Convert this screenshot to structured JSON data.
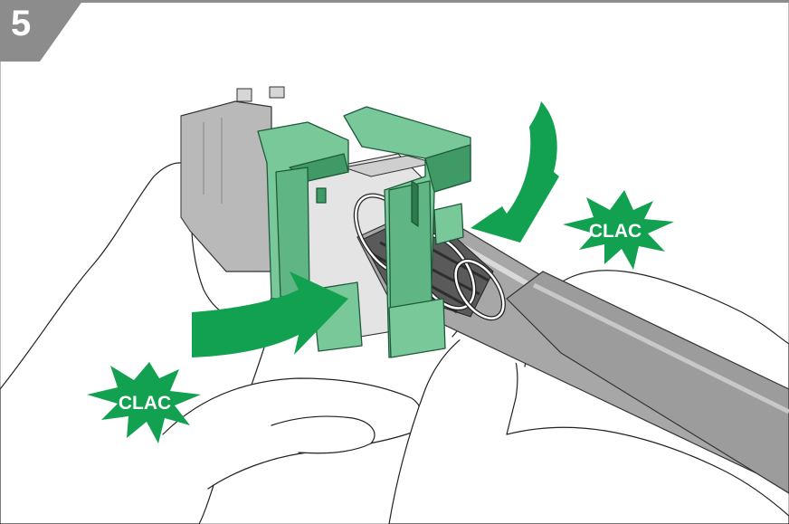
{
  "step": {
    "number": "5"
  },
  "callouts": [
    {
      "text": "CLAC"
    },
    {
      "text": "CLAC"
    }
  ],
  "colors": {
    "accent_green": "#12a150",
    "part_green": "#78c89a",
    "part_green_dark": "#3f9a66",
    "step_badge": "#8c8c8c",
    "cable_grey": "#a7a7a7",
    "housing_grey": "#b9b9b9",
    "line": "#222222"
  }
}
